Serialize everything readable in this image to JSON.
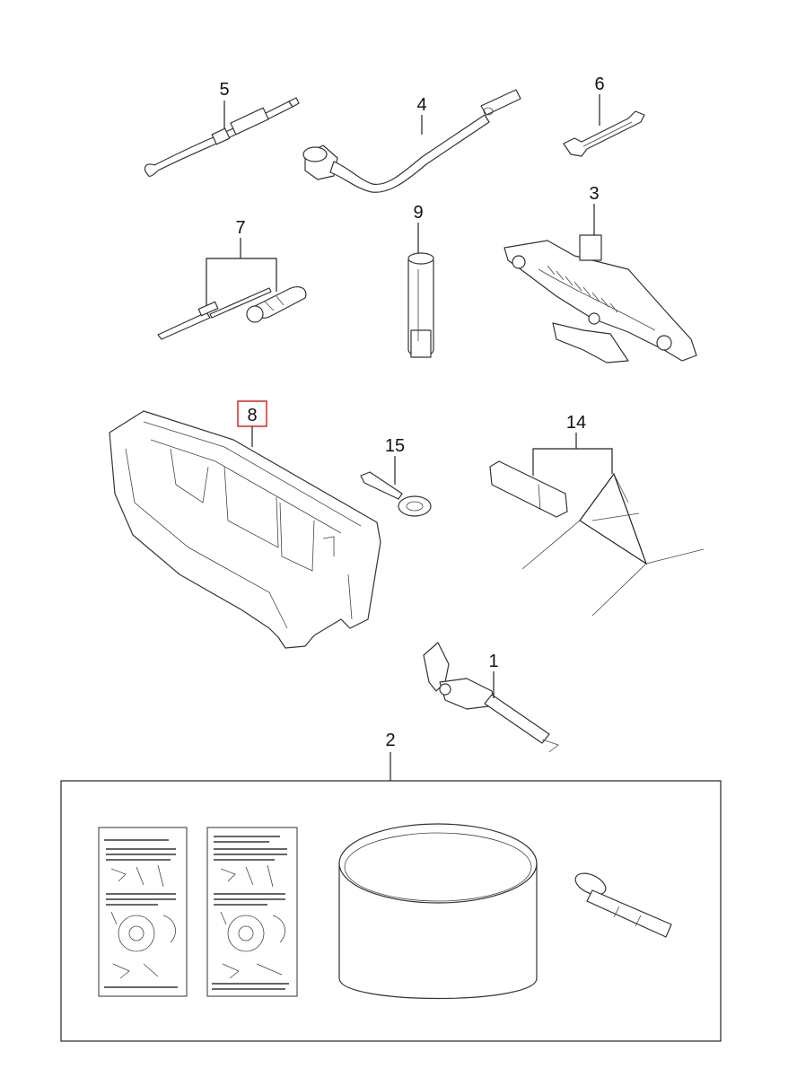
{
  "callouts": {
    "c1": "1",
    "c2": "2",
    "c3": "3",
    "c4": "4",
    "c5": "5",
    "c6": "6",
    "c7": "7",
    "c8": "8",
    "c9": "9",
    "c14": "14",
    "c15": "15"
  },
  "colors": {
    "highlight": "#e0322f",
    "line": "#222222"
  }
}
